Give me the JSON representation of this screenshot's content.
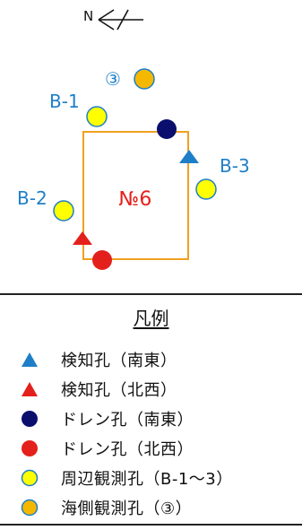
{
  "colors": {
    "site_outline": "#f0a020",
    "inspection_hole": "#1e7fc8",
    "inspection_hole_nw": "#e4201c",
    "drain_hole_se": "#0a0f6e",
    "drain_hole_nw": "#e4201c",
    "perimeter_well_fill": "#ffff00",
    "perimeter_well_stroke": "#1e7fc8",
    "seaside_well_fill": "#f5b800",
    "seaside_well_stroke": "#1e7fc8",
    "label_blue": "#1e7fc8",
    "label_red": "#e4201c"
  },
  "map": {
    "north_label": "N",
    "site_label": "№6",
    "well_labels": {
      "b1": "B-1",
      "b2": "B-2",
      "b3": "B-3",
      "seaside": "③"
    }
  },
  "legend": {
    "title": "凡例",
    "items": [
      {
        "icon": "triangle-blue-icon",
        "label": "検知孔（南東）"
      },
      {
        "icon": "triangle-red-icon",
        "label": "検知孔（北西）"
      },
      {
        "icon": "circle-navy-icon",
        "label": "ドレン孔（南東）"
      },
      {
        "icon": "circle-red-icon",
        "label": "ドレン孔（北西）"
      },
      {
        "icon": "circle-yellow-icon",
        "label": "周辺観測孔（B-1～3）"
      },
      {
        "icon": "circle-orange-icon",
        "label": "海側観測孔（③）"
      }
    ]
  }
}
